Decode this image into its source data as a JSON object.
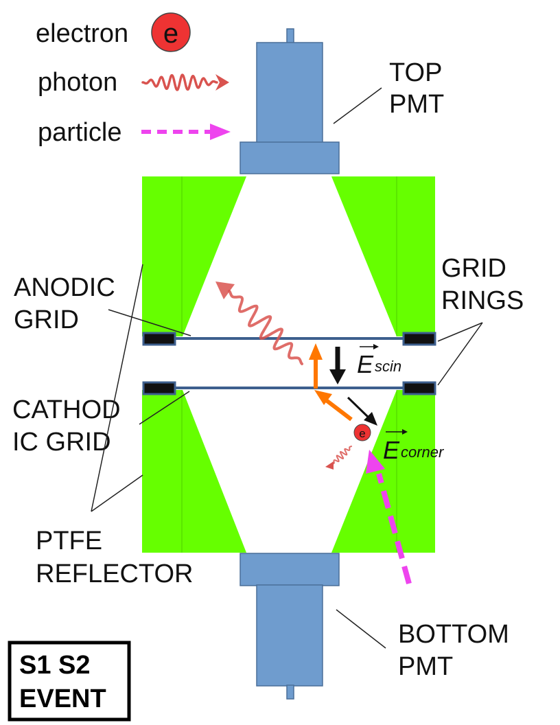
{
  "colors": {
    "pmt": "#6f9cce",
    "pmt_stroke": "#4a6f99",
    "ptfe": "#66ff00",
    "grid_line": "#3d5f8e",
    "grid_ring": "#111111",
    "photon": "#d9534f",
    "particle": "#ee44ee",
    "orange_arrow": "#ff7700",
    "electron": "#ee3333"
  },
  "legend": {
    "electron_label": "electron",
    "electron_symbol": "e",
    "photon_label": "photon",
    "particle_label": "particle"
  },
  "labels": {
    "top_pmt_line1": "TOP",
    "top_pmt_line2": "PMT",
    "anodic_line1": "ANODIC",
    "anodic_line2": "GRID",
    "grid_rings_line1": "GRID",
    "grid_rings_line2": "RINGS",
    "cathodic_line1": "CATHOD",
    "cathodic_line2": "IC GRID",
    "ptfe_line1": "PTFE",
    "ptfe_line2": "REFLECTOR",
    "bottom_pmt_line1": "BOTTOM",
    "bottom_pmt_line2": "PMT",
    "field_scin_base": "E",
    "field_scin_sub": "scin",
    "field_corner_base": "E",
    "field_corner_sub": "corner",
    "electron_in_detector": "e"
  },
  "event_box": {
    "line1": "S1 S2",
    "line2": "EVENT"
  }
}
